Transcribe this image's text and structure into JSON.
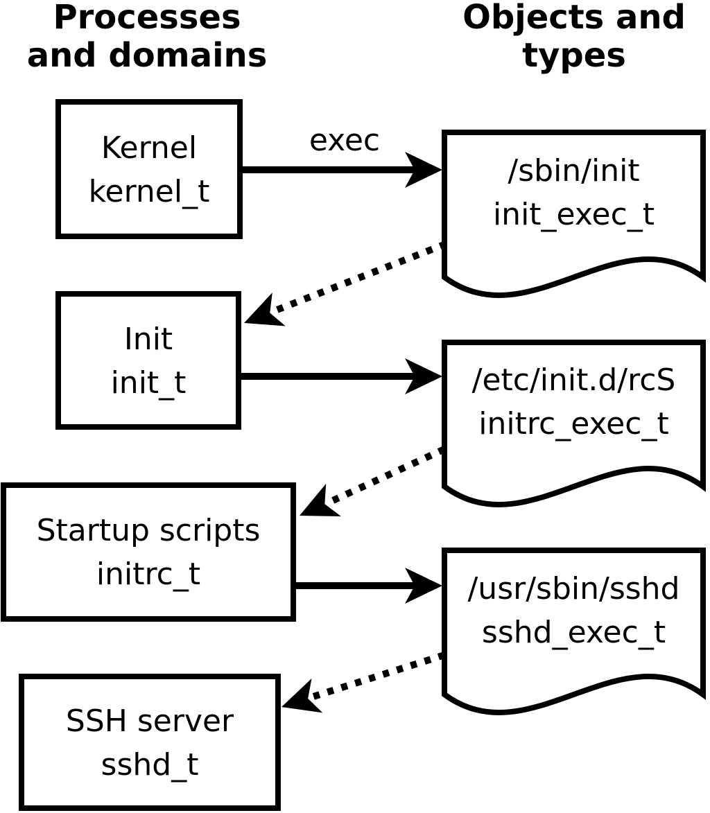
{
  "headers": {
    "left": {
      "line1": "Processes",
      "line2": "and domains"
    },
    "right": {
      "line1": "Objects and",
      "line2": "types"
    }
  },
  "process_boxes": [
    {
      "name": "Kernel",
      "type": "kernel_t"
    },
    {
      "name": "Init",
      "type": "init_t"
    },
    {
      "name": "Startup scripts",
      "type": "initrc_t"
    },
    {
      "name": "SSH server",
      "type": "sshd_t"
    }
  ],
  "object_docs": [
    {
      "path": "/sbin/init",
      "type": "init_exec_t"
    },
    {
      "path": "/etc/init.d/rcS",
      "type": "initrc_exec_t"
    },
    {
      "path": "/usr/sbin/sshd",
      "type": "sshd_exec_t"
    }
  ],
  "arrows": {
    "exec_label": "exec"
  },
  "colors": {
    "foreground": "#000000",
    "background": "#ffffff"
  }
}
